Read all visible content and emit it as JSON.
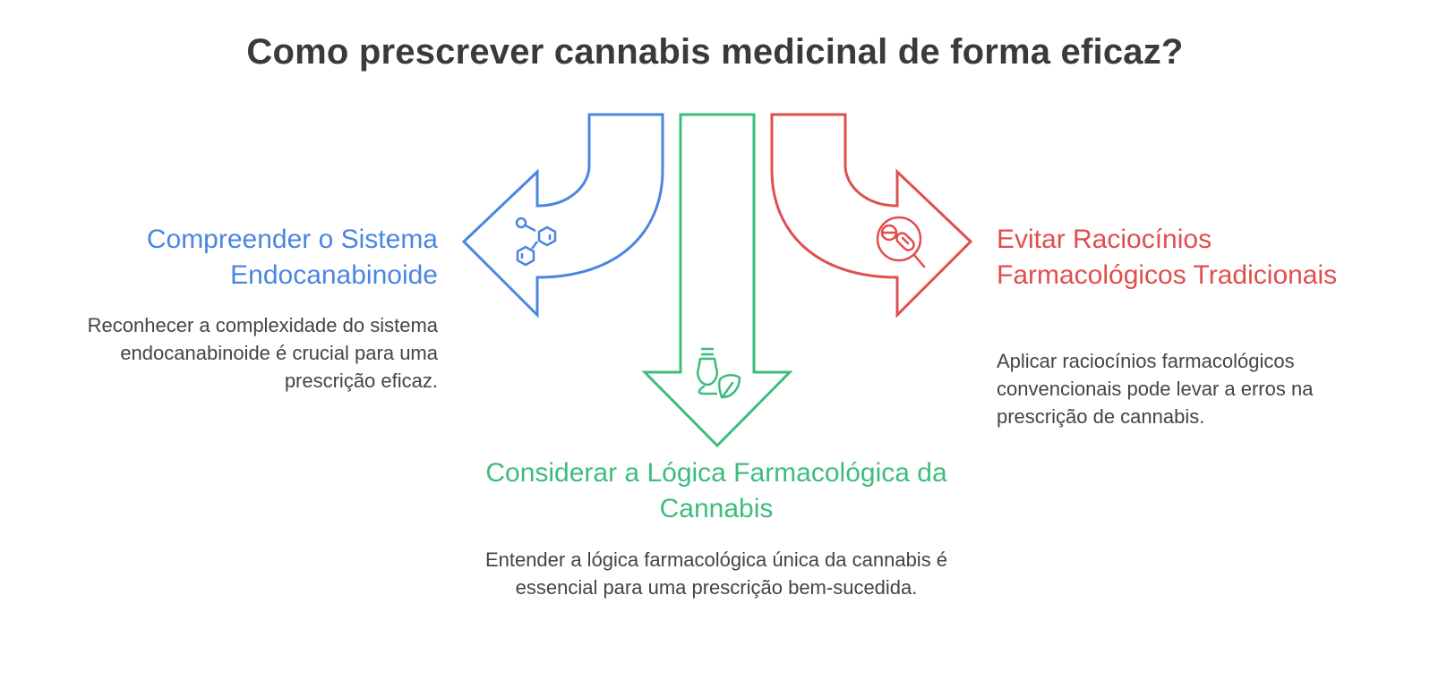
{
  "title": "Como prescrever cannabis medicinal de forma eficaz?",
  "colors": {
    "blue": "#4a86e0",
    "green": "#3dbd7d",
    "red": "#e04e4e",
    "title": "#3a3a3a",
    "text": "#444444"
  },
  "items": [
    {
      "id": "left",
      "heading": "Compreender o Sistema Endocanabinoide",
      "description": "Reconhecer a complexidade do sistema endocanabinoide é crucial para uma prescrição eficaz.",
      "icon": "molecule-icon",
      "color": "#4a86e0"
    },
    {
      "id": "center",
      "heading": "Considerar a Lógica Farmacológica da Cannabis",
      "description": "Entender a lógica farmacológica única da cannabis é essencial para uma prescrição bem-sucedida.",
      "icon": "lightbulb-leaf-icon",
      "color": "#3dbd7d"
    },
    {
      "id": "right",
      "heading": "Evitar Raciocínios Farmacológicos Tradicionais",
      "description": "Aplicar raciocínios farmacológicos convencionais pode levar a erros na prescrição de cannabis.",
      "icon": "no-pills-icon",
      "color": "#e04e4e"
    }
  ]
}
